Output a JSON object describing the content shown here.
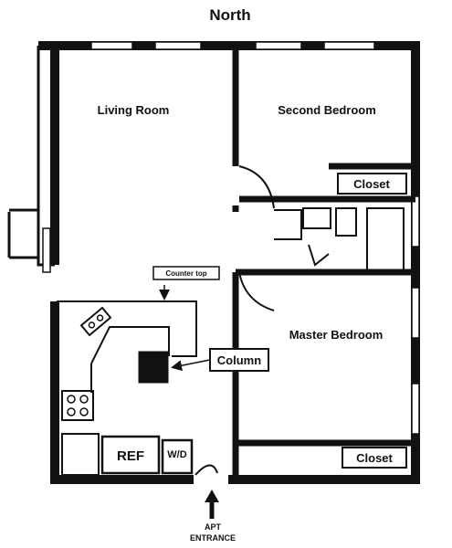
{
  "title": "North",
  "rooms": {
    "living_room": "Living Room",
    "second_bedroom": "Second Bedroom",
    "master_bedroom": "Master Bedroom"
  },
  "closets": {
    "upper": "Closet",
    "lower": "Closet"
  },
  "kitchen": {
    "counter_top": "Counter top",
    "column": "Column",
    "refrigerator": "REF",
    "washer_dryer": "W/D"
  },
  "entrance": {
    "line1": "APT",
    "line2": "ENTRANCE"
  }
}
